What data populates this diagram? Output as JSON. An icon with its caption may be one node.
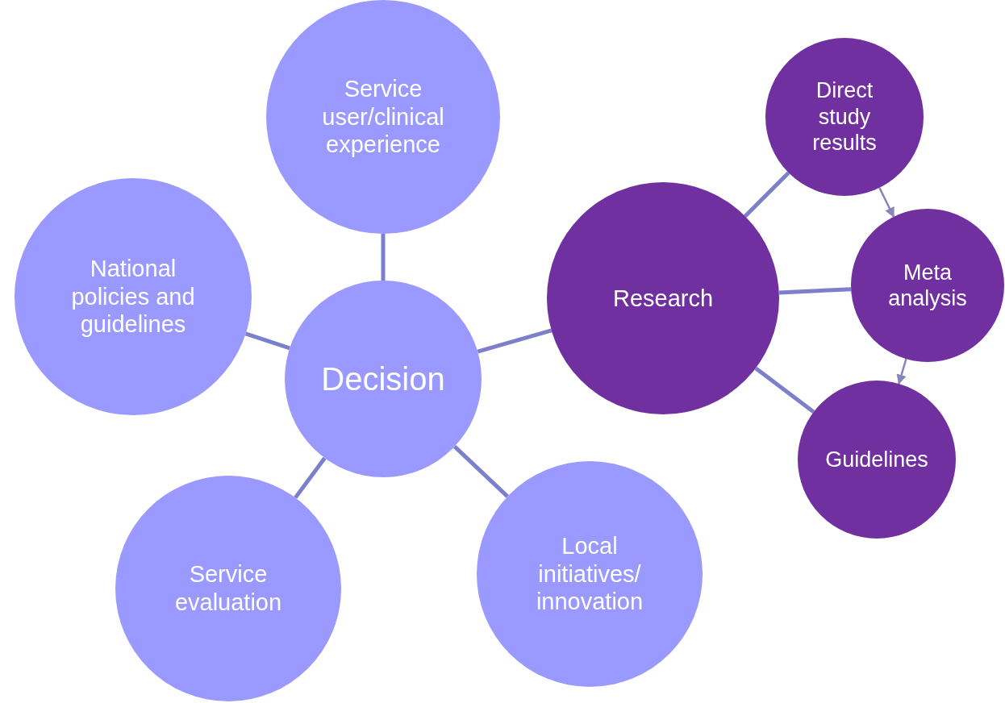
{
  "diagram": {
    "nodes": [
      {
        "text": [
          "Decision"
        ]
      },
      {
        "text": [
          "Service user/clinical experience"
        ]
      },
      {
        "text": [
          "National policies and guidelines"
        ]
      },
      {
        "text": [
          "Service evaluation"
        ]
      },
      {
        "text": [
          "Local initiatives/ innovation"
        ]
      },
      {
        "text": [
          "Research"
        ]
      },
      {
        "text": [
          "Direct study results"
        ]
      },
      {
        "text": [
          "Meta analysis"
        ]
      },
      {
        "text": [
          "Guidelines"
        ]
      }
    ],
    "edges": [
      {
        "from": 0,
        "to": 1,
        "arrow": "none"
      },
      {
        "from": 0,
        "to": 2,
        "arrow": "none"
      },
      {
        "from": 0,
        "to": 3,
        "arrow": "none"
      },
      {
        "from": 0,
        "to": 4,
        "arrow": "none"
      },
      {
        "from": 0,
        "to": 5,
        "arrow": "none"
      },
      {
        "from": 5,
        "to": 6,
        "arrow": "none"
      },
      {
        "from": 5,
        "to": 7,
        "arrow": "none"
      },
      {
        "from": 5,
        "to": 8,
        "arrow": "none"
      },
      {
        "from": 6,
        "to": 7,
        "arrow": "to",
        "color": "#8686b8"
      },
      {
        "from": 7,
        "to": 8,
        "arrow": "to",
        "color": "#8686b8"
      }
    ]
  }
}
